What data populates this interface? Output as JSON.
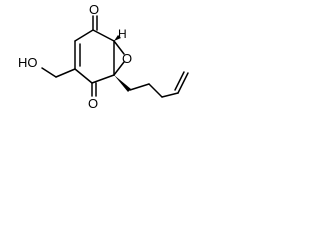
{
  "labels": {
    "ketone_oxygen_top": "O",
    "ketone_oxygen_bottom": "O",
    "epoxide_oxygen": "O",
    "stereo_hydrogen": "H",
    "hydroxymethyl": "HO"
  },
  "colors": {
    "ink": "#000000",
    "background": "#ffffff"
  }
}
